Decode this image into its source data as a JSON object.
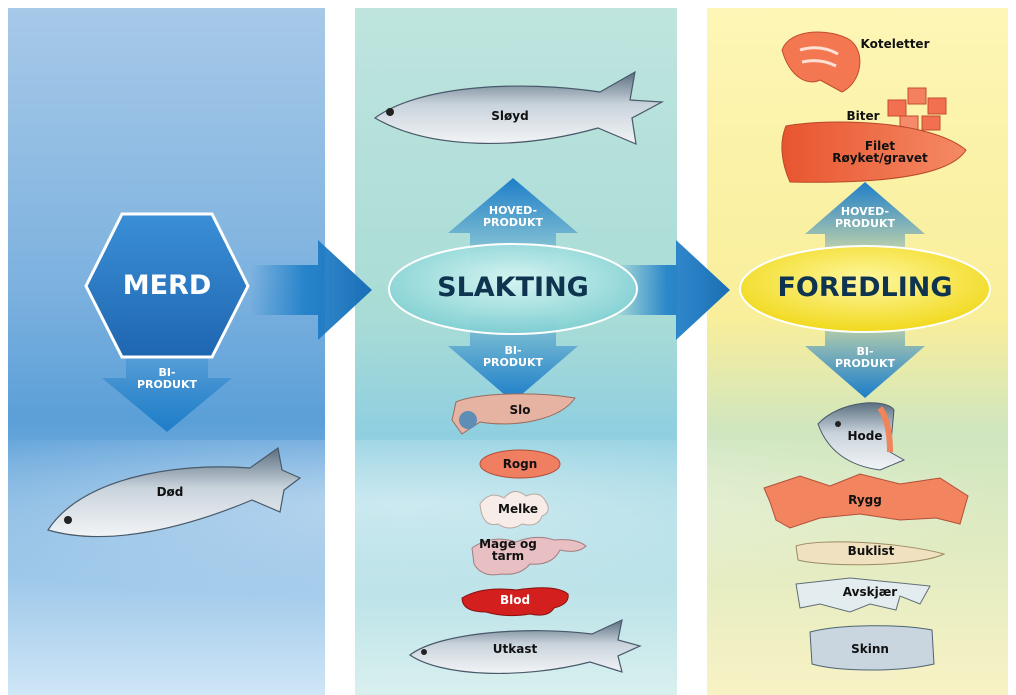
{
  "stages": {
    "merd": "MERD",
    "slakting": "SLAKTING",
    "foredling": "FOREDLING"
  },
  "arrows": {
    "biprodukt": "BI-\nPRODUKT",
    "hovedprodukt": "HOVED-\nPRODUKT"
  },
  "merd": {
    "byproduct": "Død"
  },
  "slakting": {
    "main": "Sløyd",
    "byproducts": [
      "Slo",
      "Rogn",
      "Melke",
      "Mage og\ntarm",
      "Blod",
      "Utkast"
    ]
  },
  "foredling": {
    "main": [
      "Koteletter",
      "Biter",
      "Filet\nRøyket/gravet"
    ],
    "byproducts": [
      "Hode",
      "Rygg",
      "Buklist",
      "Avskjær",
      "Skinn"
    ]
  },
  "colors": {
    "arrow": "#1e7ec8",
    "merd_hex": "#2a79c4",
    "slakting_ellipse": "#a6e3e0",
    "foredling_ellipse": "#f7e94a",
    "blood": "#d41f1f"
  }
}
